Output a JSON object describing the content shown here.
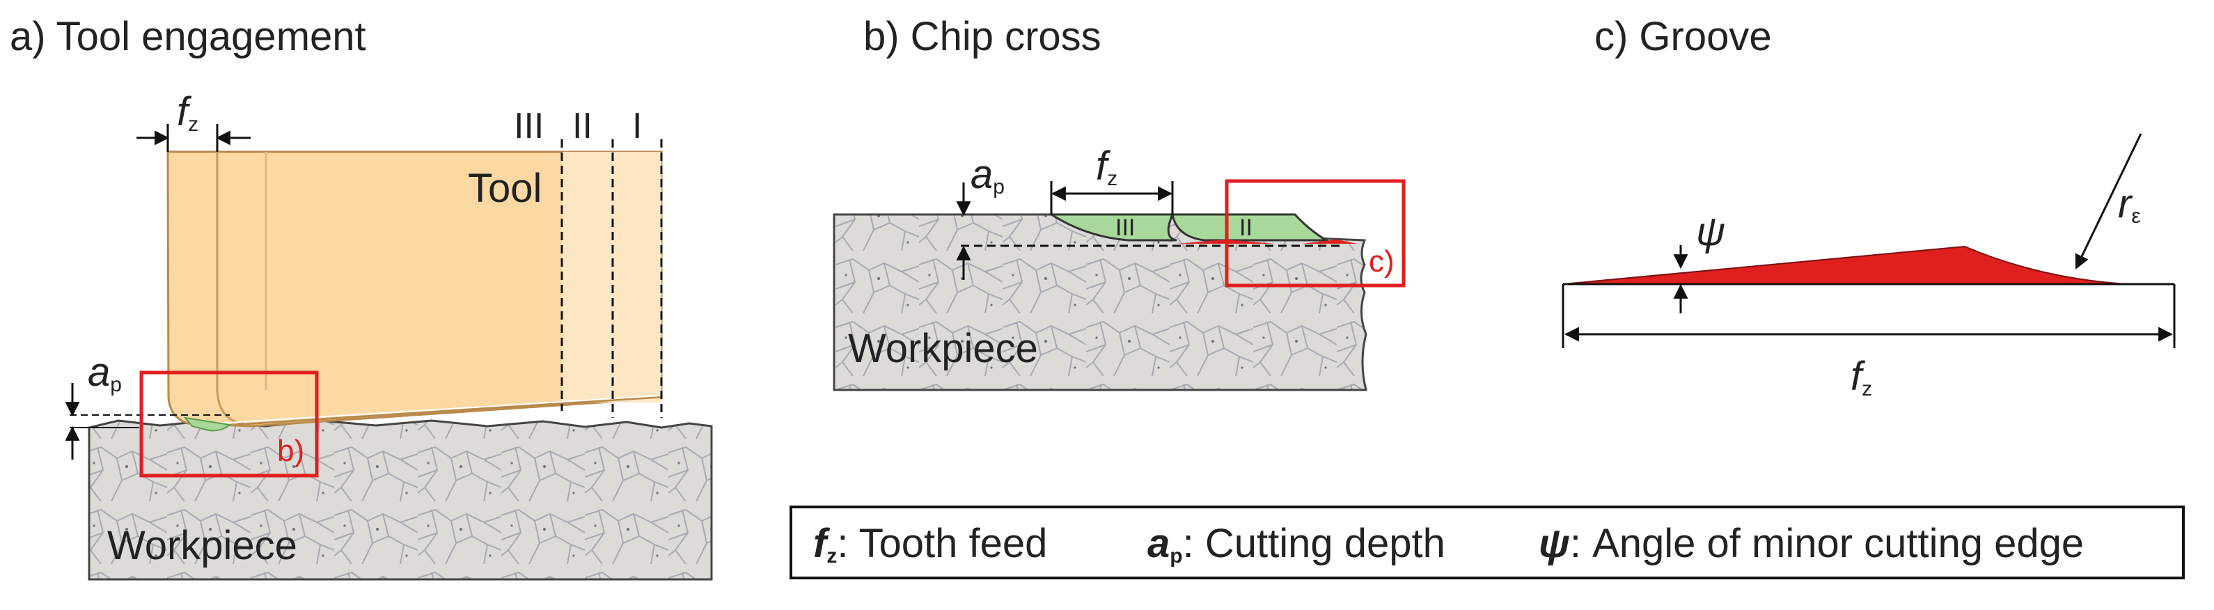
{
  "panels": {
    "a": {
      "title": "a) Tool engagement",
      "tool_label": "Tool",
      "workpiece_label": "Workpiece",
      "fz_main": "f",
      "fz_sub": "z",
      "ap_main": "a",
      "ap_sub": "p",
      "zone_labels": [
        "III",
        "II",
        "I"
      ],
      "box_label": "b)"
    },
    "b": {
      "title": "b) Chip cross",
      "workpiece_label": "Workpiece",
      "fz_main": "f",
      "fz_sub": "z",
      "ap_main": "a",
      "ap_sub": "p",
      "chip_labels": [
        "III",
        "II"
      ],
      "box_label": "c)"
    },
    "c": {
      "title": "c) Groove",
      "psi": "ψ",
      "r_main": "r",
      "r_sub": "ε",
      "fz_main": "f",
      "fz_sub": "z"
    }
  },
  "legend": {
    "fz_main": "f",
    "fz_sub": "z",
    "fz_text": ": Tooth feed",
    "ap_main": "a",
    "ap_sub": "p",
    "ap_text": ": Cutting depth",
    "psi": "ψ",
    "psi_text": ": Angle of minor cutting edge"
  },
  "colors": {
    "tool": "#fcd8a3",
    "tool_light": "#fde6c4",
    "chip_green": "#a9d99a",
    "groove_red": "#e0201f",
    "box_red": "#e0201f",
    "workpiece": "#d9d8d4"
  }
}
